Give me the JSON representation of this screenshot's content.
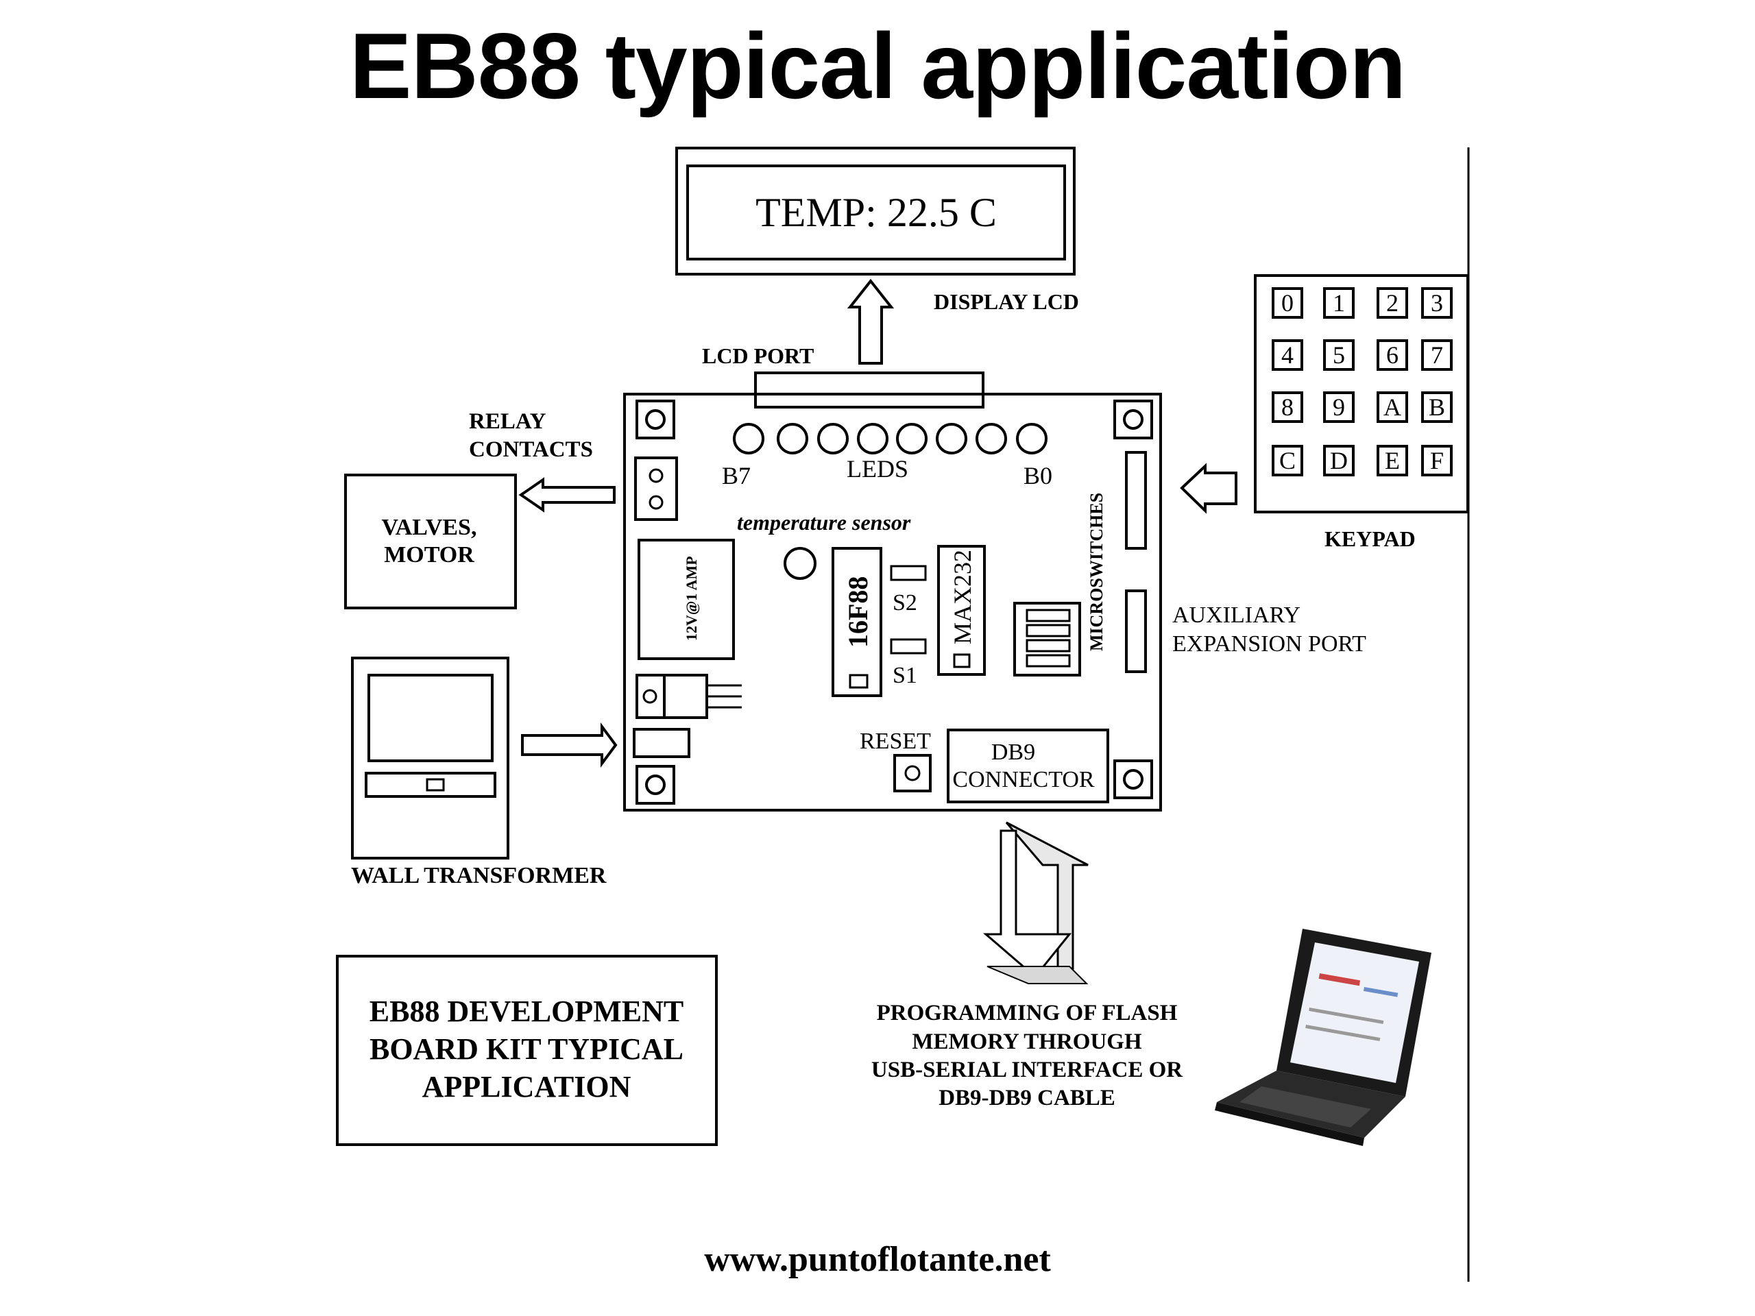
{
  "title": "EB88 typical application",
  "lcd": {
    "readout": "TEMP: 22.5 C",
    "label": "DISPLAY LCD"
  },
  "board": {
    "lcd_port_label": "LCD PORT",
    "leds_label": "LEDS",
    "led_first_label": "B7",
    "led_last_label": "B0",
    "temp_sensor_label": "temperature sensor",
    "relay_text": "12V@1 AMP",
    "mcu_label": "16F88",
    "max_label": "MAX232",
    "switch_labels": [
      "S2",
      "S1"
    ],
    "microswitches_label": "MICROSWITCHES",
    "reset_label": "RESET",
    "db9_label": [
      "DB9",
      "CONNECTOR"
    ]
  },
  "relay": {
    "label": [
      "RELAY",
      "CONTACTS"
    ]
  },
  "valves": {
    "label": [
      "VALVES,",
      "MOTOR"
    ]
  },
  "transformer": {
    "label": "WALL TRANSFORMER"
  },
  "keypad": {
    "label": "KEYPAD",
    "keys": [
      "0",
      "1",
      "2",
      "3",
      "4",
      "5",
      "6",
      "7",
      "8",
      "9",
      "A",
      "B",
      "C",
      "D",
      "E",
      "F"
    ]
  },
  "aux": {
    "label": [
      "AUXILIARY",
      "EXPANSION PORT"
    ]
  },
  "kit_box": {
    "lines": [
      "EB88 DEVELOPMENT",
      "BOARD KIT TYPICAL",
      "APPLICATION"
    ]
  },
  "programming": {
    "lines": [
      "PROGRAMMING OF FLASH",
      "MEMORY THROUGH",
      "USB-SERIAL INTERFACE OR",
      "DB9-DB9 CABLE"
    ]
  },
  "footer": "www.puntoflotante.net"
}
